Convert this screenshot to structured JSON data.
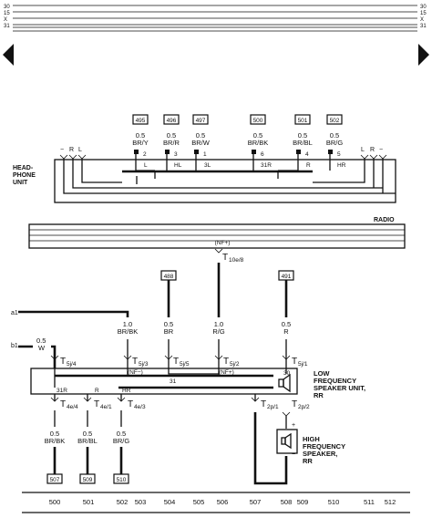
{
  "bus_lines": [
    "30",
    "15",
    "X",
    "31"
  ],
  "page_nav": {
    "prev_icon": "triangle-left-icon",
    "next_icon": "triangle-right-icon"
  },
  "headphone": {
    "unit_label_1": "HEAD-",
    "unit_label_2": "PHONE",
    "unit_label_3": "UNIT",
    "wires": [
      {
        "ref": "495",
        "size": "0.5",
        "color": "BR/Y",
        "pin": "2",
        "signal": "L"
      },
      {
        "ref": "496",
        "size": "0.5",
        "color": "BR/R",
        "pin": "3",
        "signal": "HL"
      },
      {
        "ref": "497",
        "size": "0.5",
        "color": "BR/W",
        "pin": "1",
        "signal": "3L"
      },
      {
        "ref": "500",
        "size": "0.5",
        "color": "BR/BK",
        "pin": "6",
        "signal": "31R"
      },
      {
        "ref": "501",
        "size": "0.5",
        "color": "BR/BL",
        "pin": "4",
        "signal": "R"
      },
      {
        "ref": "502",
        "size": "0.5",
        "color": "BR/G",
        "pin": "5",
        "signal": "HR"
      }
    ],
    "jack_left": [
      "−",
      "R",
      "L"
    ],
    "jack_right": [
      "L",
      "R",
      "−"
    ]
  },
  "radio": {
    "label": "RADIO",
    "connector_top": "(NF+)",
    "connector": "T",
    "connector_sub": "10e/8"
  },
  "side_labels": {
    "a1": "a1",
    "b1": "b1"
  },
  "wires": [
    {
      "id": "w-br-bk",
      "size": "1.0",
      "color": "BR/BK",
      "ref": ""
    },
    {
      "id": "w-br",
      "size": "0.5",
      "color": "BR",
      "ref": "488"
    },
    {
      "id": "w-r-g",
      "size": "1.0",
      "color": "R/G",
      "ref": ""
    },
    {
      "id": "w-r",
      "size": "0.5",
      "color": "R",
      "ref": "491"
    },
    {
      "id": "w-w",
      "size": "0.5",
      "color": "W",
      "ref": ""
    }
  ],
  "unit_connectors": [
    {
      "main": "T",
      "sub": "5j/4"
    },
    {
      "main": "T",
      "sub": "5j/3"
    },
    {
      "main": "T",
      "sub": "5j/5"
    },
    {
      "main": "T",
      "sub": "5j/2"
    },
    {
      "main": "T",
      "sub": "5j/1"
    }
  ],
  "internal_labels": [
    "(NF−)",
    "31",
    "(NF+)",
    "31R",
    "R",
    "HR",
    "30"
  ],
  "low_freq_unit": [
    "LOW",
    "FREQUENCY",
    "SPEAKER UNIT,",
    "RR"
  ],
  "bottom_connectors": [
    {
      "main": "T",
      "sub": "4e/4"
    },
    {
      "main": "T",
      "sub": "4e/1"
    },
    {
      "main": "T",
      "sub": "4e/3"
    }
  ],
  "speaker_connectors": [
    {
      "main": "T",
      "sub": "2p/1"
    },
    {
      "main": "T",
      "sub": "2p/2"
    }
  ],
  "speaker_polarity": [
    "+",
    "−"
  ],
  "high_freq_speaker": [
    "HIGH",
    "FREQUENCY",
    "SPEAKER,",
    "RR"
  ],
  "bottom_wires": [
    {
      "size": "0.5",
      "color": "BR/BK",
      "ref": "507"
    },
    {
      "size": "0.5",
      "color": "BR/BL",
      "ref": "509"
    },
    {
      "size": "0.5",
      "color": "BR/G",
      "ref": "510"
    }
  ],
  "footer_numbers": [
    "500",
    "501",
    "502",
    "503",
    "504",
    "505",
    "506",
    "507",
    "508",
    "509",
    "510",
    "511",
    "512"
  ]
}
